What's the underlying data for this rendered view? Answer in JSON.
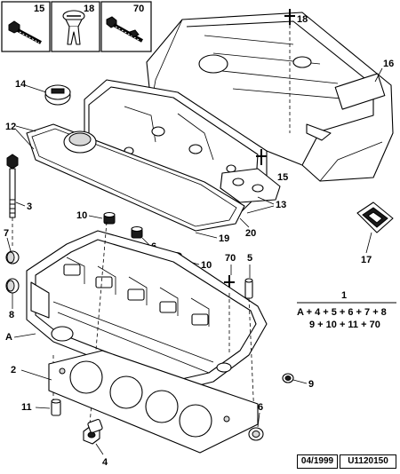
{
  "callouts": {
    "c15_inset": "15",
    "c18_inset": "18",
    "c70_inset": "70",
    "c18": "18",
    "c16": "16",
    "c14": "14",
    "c12": "12",
    "c15": "15",
    "c3": "3",
    "c13": "13",
    "c10a": "10",
    "c19": "19",
    "c20": "20",
    "c6": "6",
    "c17": "17",
    "c7": "7",
    "c70": "70",
    "c5": "5",
    "c10b": "10",
    "c8": "8",
    "cA": "A",
    "c2": "2",
    "c9": "9",
    "c11": "11",
    "c6b": "6",
    "c4": "4",
    "c1": "1"
  },
  "kit": {
    "line1": "A + 4 + 5 + 6 + 7 + 8",
    "line2": "9 + 10 + 11 + 70"
  },
  "footer": {
    "date": "04/1999",
    "code": "U1120150"
  }
}
